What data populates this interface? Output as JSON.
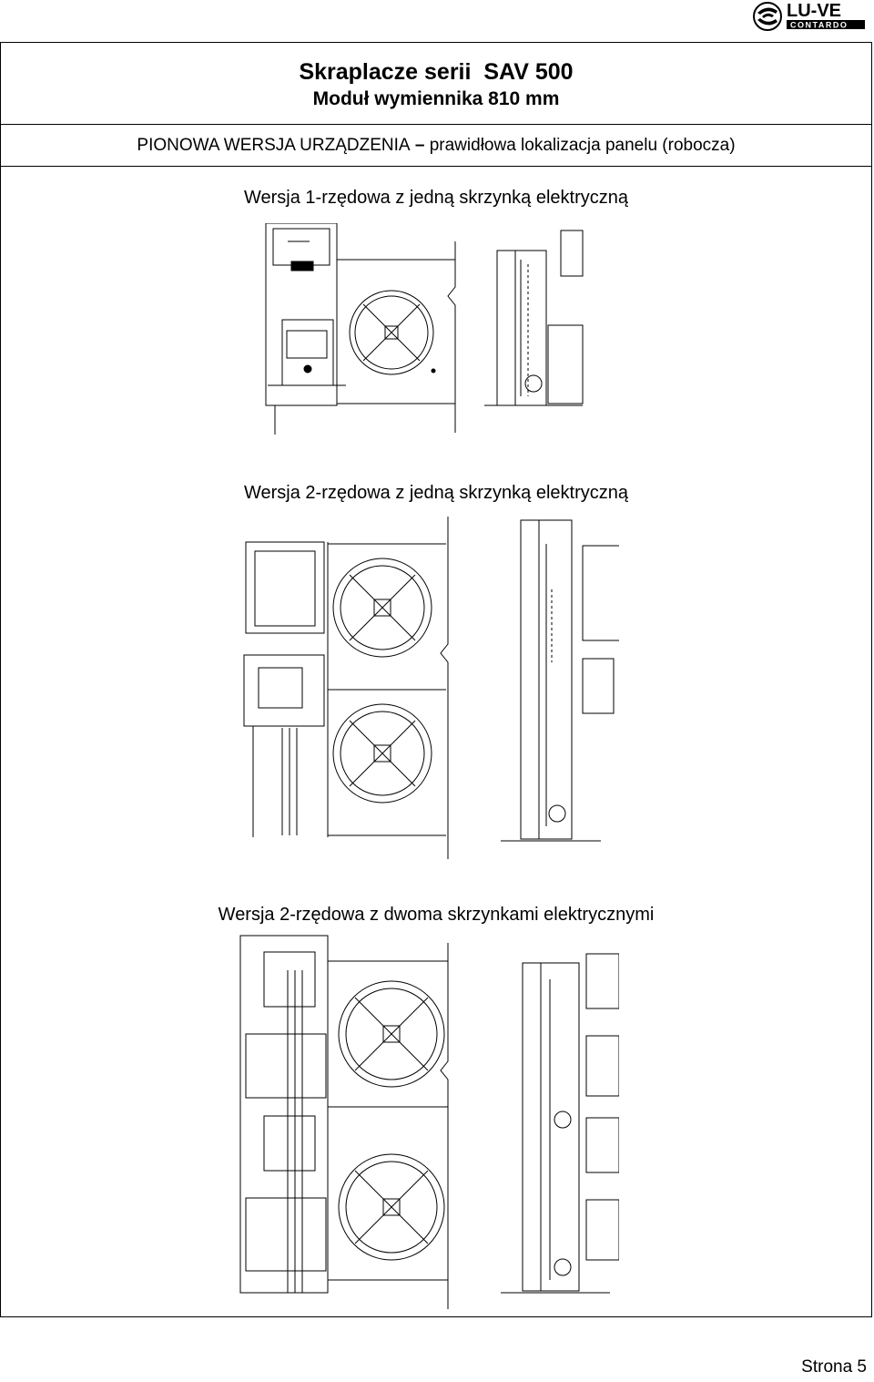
{
  "logo": {
    "name": "LU-VE",
    "sub": "CONTARDO"
  },
  "header": {
    "title": "Skraplacze serii  SAV 500",
    "subtitle": "Moduł wymiennika 810 mm"
  },
  "orientation": {
    "label": "PIONOWA WERSJA URZĄDZENIA",
    "dash": " – ",
    "note": "prawidłowa lokalizacja panelu (robocza)"
  },
  "versions": [
    {
      "label": "Wersja 1-rzędowa z jedną skrzynką elektryczną"
    },
    {
      "label": "Wersja 2-rzędowa z jedną skrzynką elektryczną"
    },
    {
      "label": "Wersja 2-rzędowa z dwoma skrzynkami elektrycznymi"
    }
  ],
  "footer": {
    "page": "Strona 5"
  }
}
